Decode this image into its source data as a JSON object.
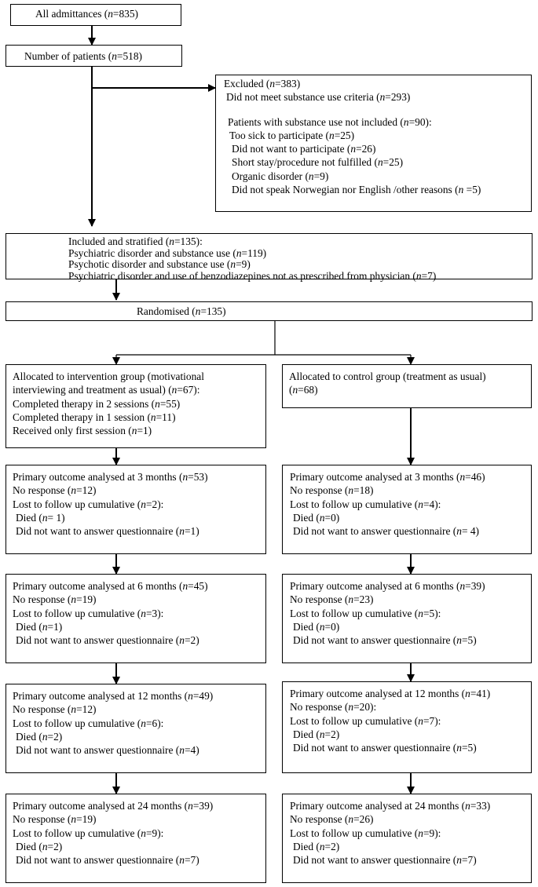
{
  "all_admittances": [
    "All admittances (",
    "n",
    "=835)"
  ],
  "number_of_patients": [
    "Number of patients (",
    "n",
    "=518)"
  ],
  "excluded": {
    "title": [
      "Excluded (",
      "n",
      "=383)"
    ],
    "criteria": [
      "Did not meet substance use criteria (",
      "n",
      "=293)"
    ],
    "not_included": [
      "Patients with substance use not included (",
      "n",
      "=90):"
    ],
    "reasons": [
      [
        "Too sick to participate (",
        "n",
        "=25)"
      ],
      [
        "Did not want to participate (",
        "n",
        "=26)"
      ],
      [
        "Short stay/procedure not fulfilled (",
        "n",
        "=25)"
      ],
      [
        "Organic disorder (",
        "n",
        "=9)"
      ],
      [
        "Did not speak Norwegian nor English /other reasons (",
        "n",
        " =5)"
      ]
    ]
  },
  "included": {
    "title": [
      "Included and stratified (",
      "n",
      "=135):"
    ],
    "strata": [
      [
        "Psychiatric disorder and substance use (",
        "n",
        "=119)"
      ],
      [
        "Psychotic disorder and substance use (",
        "n",
        "=9)"
      ],
      [
        "Psychiatric disorder and use of benzodiazepines not as prescribed from physician (",
        "n",
        "=7)"
      ]
    ]
  },
  "randomised": [
    "Randomised (",
    "n",
    "=135)"
  ],
  "intervention": {
    "line1": "Allocated to intervention group (motivational",
    "line2": [
      "interviewing and treatment as usual) (",
      "n",
      "=67):"
    ],
    "items": [
      [
        "Completed therapy in 2 sessions (",
        "n",
        "=55)"
      ],
      [
        "Completed therapy in 1 session (",
        "n",
        "=11)"
      ],
      [
        "Received only first session (",
        "n",
        "=1)"
      ]
    ]
  },
  "control": {
    "line1": "Allocated to control group (treatment as usual)",
    "line2": [
      "(",
      "n",
      "=68)"
    ]
  },
  "followups_intervention": [
    {
      "primary": [
        "Primary outcome analysed at 3 months (",
        "n",
        "=53)"
      ],
      "no_response": [
        "No response (",
        "n",
        "=12)"
      ],
      "lost": [
        "Lost to follow up cumulative (",
        "n",
        "=2):"
      ],
      "died": [
        "Died (",
        "n",
        "= 1)"
      ],
      "no_answer": [
        "Did not want to answer questionnaire (",
        "n",
        "=1)"
      ]
    },
    {
      "primary": [
        "Primary outcome analysed at 6 months (",
        "n",
        "=45)"
      ],
      "no_response": [
        "No response (",
        "n",
        "=19)"
      ],
      "lost": [
        "Lost to follow up cumulative (",
        "n",
        "=3):"
      ],
      "died": [
        "Died (",
        "n",
        "=1)"
      ],
      "no_answer": [
        "Did not want to answer questionnaire (",
        "n",
        "=2)"
      ]
    },
    {
      "primary": [
        "Primary outcome analysed at 12 months (",
        "n",
        "=49)"
      ],
      "no_response": [
        "No response (",
        "n",
        "=12)"
      ],
      "lost": [
        "Lost to follow up cumulative (",
        "n",
        "=6):"
      ],
      "died": [
        "Died (",
        "n",
        "=2)"
      ],
      "no_answer": [
        "Did not want to answer questionnaire (",
        "n",
        "=4)"
      ]
    },
    {
      "primary": [
        "Primary outcome analysed at 24 months (",
        "n",
        "=39)"
      ],
      "no_response": [
        "No response (",
        "n",
        "=19)"
      ],
      "lost": [
        "Lost to follow up cumulative (",
        "n",
        "=9):"
      ],
      "died": [
        "Died (",
        "n",
        "=2)"
      ],
      "no_answer": [
        "Did not want to answer questionnaire (",
        "n",
        "=7)"
      ]
    }
  ],
  "followups_control": [
    {
      "primary": [
        "Primary outcome analysed at 3 months (",
        "n",
        "=46)"
      ],
      "no_response": [
        "No response (",
        "n",
        "=18)"
      ],
      "lost": [
        "Lost to follow up cumulative (",
        "n",
        "=4):"
      ],
      "died": [
        "Died (",
        "n",
        "=0)"
      ],
      "no_answer": [
        "Did not want to answer questionnaire (",
        "n",
        "= 4)"
      ]
    },
    {
      "primary": [
        "Primary outcome analysed at 6 months (",
        "n",
        "=39)"
      ],
      "no_response": [
        "No response (",
        "n",
        "=23)"
      ],
      "lost": [
        "Lost to follow up cumulative (",
        "n",
        "=5):"
      ],
      "died": [
        "Died (",
        "n",
        "=0)"
      ],
      "no_answer": [
        "Did not want to answer questionnaire (",
        "n",
        "=5)"
      ]
    },
    {
      "primary": [
        "Primary outcome analysed at 12 months (",
        "n",
        "=41)"
      ],
      "no_response": [
        "No response (",
        "n",
        "=20):"
      ],
      "lost": [
        "Lost to follow up cumulative (",
        "n",
        "=7):"
      ],
      "died": [
        "Died (",
        "n",
        "=2)"
      ],
      "no_answer": [
        "Did not want to answer questionnaire (",
        "n",
        "=5)"
      ]
    },
    {
      "primary": [
        "Primary outcome analysed at 24 months (",
        "n",
        "=33)"
      ],
      "no_response": [
        "No response (",
        "n",
        "=26)"
      ],
      "lost": [
        "Lost to follow up cumulative (",
        "n",
        "=9):"
      ],
      "died": [
        "Died (",
        "n",
        "=2)"
      ],
      "no_answer": [
        "Did not want to answer questionnaire (",
        "n",
        "=7)"
      ]
    }
  ]
}
